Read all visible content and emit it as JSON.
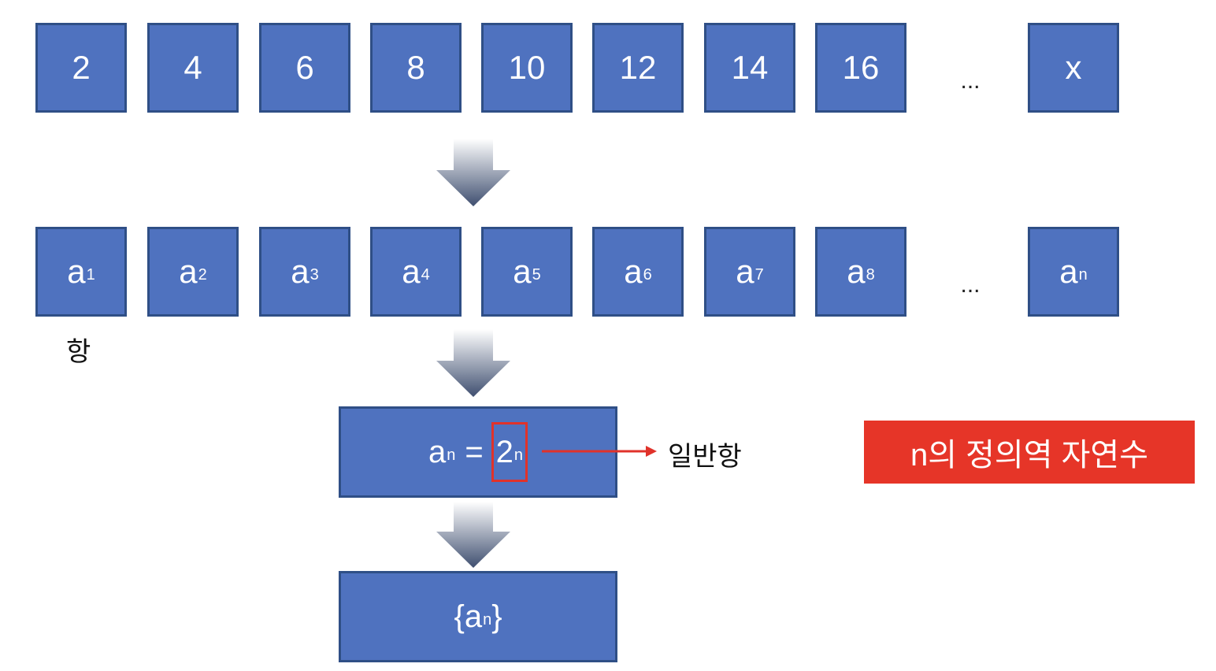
{
  "top_row": [
    "2",
    "4",
    "6",
    "8",
    "10",
    "12",
    "14",
    "16",
    "x"
  ],
  "ellipsis": "...",
  "term_row": [
    {
      "base": "a",
      "sub": "1"
    },
    {
      "base": "a",
      "sub": "2"
    },
    {
      "base": "a",
      "sub": "3"
    },
    {
      "base": "a",
      "sub": "4"
    },
    {
      "base": "a",
      "sub": "5"
    },
    {
      "base": "a",
      "sub": "6"
    },
    {
      "base": "a",
      "sub": "7"
    },
    {
      "base": "a",
      "sub": "8"
    },
    {
      "base": "a",
      "sub": "n"
    }
  ],
  "term_label": "항",
  "formula": {
    "lhs_base": "a",
    "lhs_sub": "n",
    "equals": "=",
    "rhs_base": "2",
    "rhs_sub": "n"
  },
  "general_term_label": "일반항",
  "sequence": {
    "open": "{",
    "base": "a",
    "sub": "n",
    "close": "}"
  },
  "domain_badge": "n의 정의역 자연수",
  "colors": {
    "box_fill": "#4f72bf",
    "box_border": "#2f4f86",
    "highlight": "#e0322a",
    "badge": "#e63528"
  }
}
